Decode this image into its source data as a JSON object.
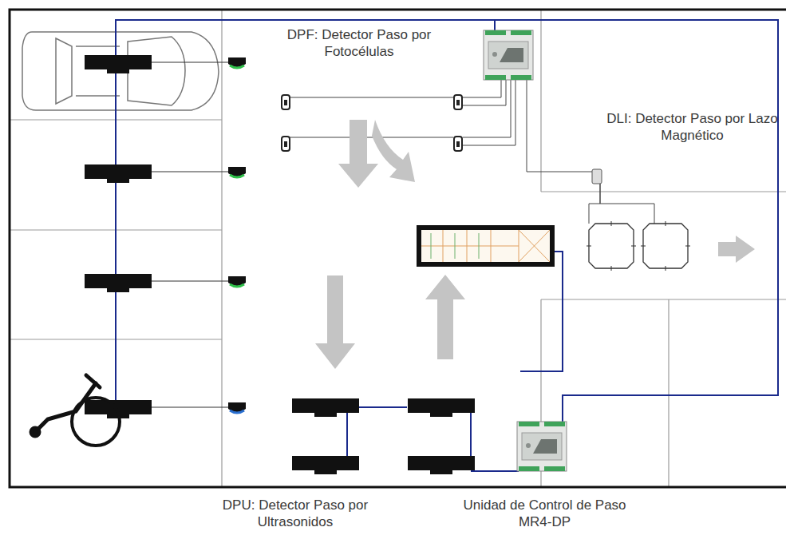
{
  "diagram": {
    "labels": [
      "DPF: Detector Paso por Fotocélulas",
      "DLI: Detector Paso por Lazo Magnético",
      "DPU: Detector Paso por Ultrasonidos",
      "Unidad de Control de Paso MR4-DP"
    ]
  }
}
